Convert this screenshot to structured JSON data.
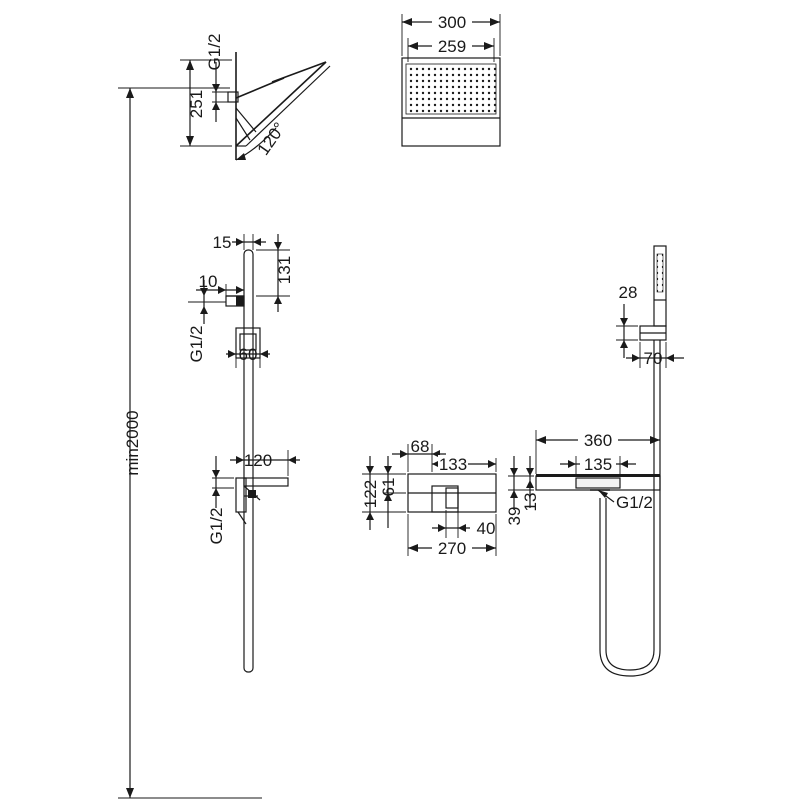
{
  "dimensions": {
    "top_thread": "G1/2",
    "head_height": "251",
    "head_angle": "120°",
    "head_width_outer": "300",
    "head_width_inner": "259",
    "total_height": "min2000",
    "bar_offset": "15",
    "arm_height": "131",
    "arm_offset": "10",
    "mid_thread": "G1/2",
    "mid_width": "60",
    "shelf_width": "120",
    "shelf_thread": "G1/2",
    "mixer_offset": "68",
    "mixer_center": "133",
    "mixer_height": "122",
    "mixer_inner_height": "61",
    "mixer_knob": "40",
    "mixer_width": "270",
    "hand_holder_height": "28",
    "hand_holder_width": "70",
    "tray_width": "360",
    "tray_inner": "135",
    "tray_height": "39",
    "tray_lip": "13",
    "hose_thread": "G1/2"
  }
}
